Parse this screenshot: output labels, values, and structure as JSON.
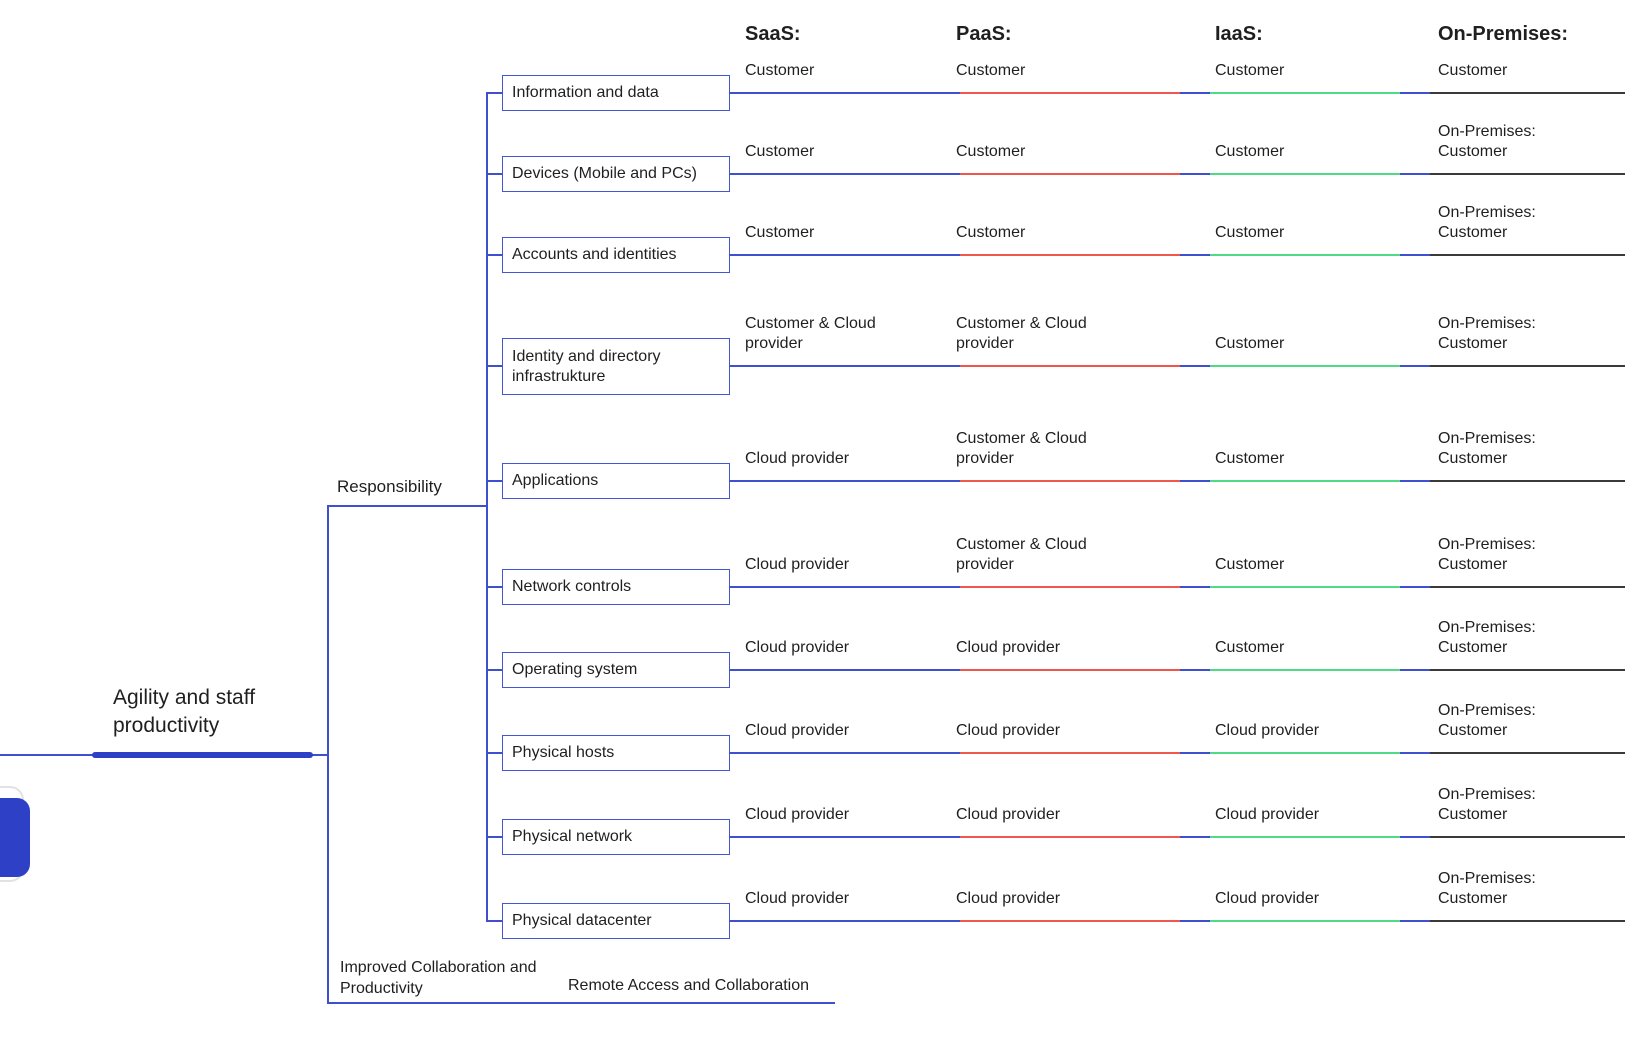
{
  "root": {
    "label": "Agility and staff productivity"
  },
  "branches": {
    "responsibility": {
      "label": "Responsibility"
    },
    "collaboration": {
      "label": "Improved Collaboration and Productivity"
    },
    "remote": {
      "label": "Remote Access and Collaboration"
    }
  },
  "columns": [
    {
      "key": "saas",
      "header": "SaaS:",
      "color": "#3f50cf"
    },
    {
      "key": "paas",
      "header": "PaaS:",
      "color": "#ee564e"
    },
    {
      "key": "iaas",
      "header": "IaaS:",
      "color": "#50da87"
    },
    {
      "key": "onprem",
      "header": "On-Premises:",
      "color": "#3a3a3a"
    }
  ],
  "colors": {
    "link_blue": "#3f50cf",
    "box_border": "#4556d2",
    "root_accent": "#2e41c6",
    "paas_red": "#ee564e",
    "iaas_green": "#50da87",
    "onprem_dark": "#3a3a3a",
    "text": "#1f1f1f"
  },
  "rows": [
    {
      "label": [
        "Information and data"
      ],
      "cells": {
        "saas": [
          "Customer"
        ],
        "paas": [
          "Customer"
        ],
        "iaas": [
          "Customer"
        ],
        "onprem": [
          "Customer"
        ]
      }
    },
    {
      "label": [
        "Devices (Mobile and PCs)"
      ],
      "cells": {
        "saas": [
          "Customer"
        ],
        "paas": [
          "Customer"
        ],
        "iaas": [
          "Customer"
        ],
        "onprem": [
          "On-Premises:",
          "Customer"
        ]
      }
    },
    {
      "label": [
        "Accounts and identities"
      ],
      "cells": {
        "saas": [
          "Customer"
        ],
        "paas": [
          "Customer"
        ],
        "iaas": [
          "Customer"
        ],
        "onprem": [
          "On-Premises:",
          "Customer"
        ]
      }
    },
    {
      "label": [
        "Identity and directory",
        "infrastrukture"
      ],
      "cells": {
        "saas": [
          "Customer & Cloud",
          "provider"
        ],
        "paas": [
          "Customer & Cloud",
          "provider"
        ],
        "iaas": [
          "Customer"
        ],
        "onprem": [
          "On-Premises:",
          "Customer"
        ]
      }
    },
    {
      "label": [
        "Applications"
      ],
      "cells": {
        "saas": [
          "Cloud provider"
        ],
        "paas": [
          "Customer & Cloud",
          "provider"
        ],
        "iaas": [
          "Customer"
        ],
        "onprem": [
          "On-Premises:",
          "Customer"
        ]
      }
    },
    {
      "label": [
        "Network controls"
      ],
      "cells": {
        "saas": [
          "Cloud provider"
        ],
        "paas": [
          "Customer & Cloud",
          "provider"
        ],
        "iaas": [
          "Customer"
        ],
        "onprem": [
          "On-Premises:",
          "Customer"
        ]
      }
    },
    {
      "label": [
        "Operating system"
      ],
      "cells": {
        "saas": [
          "Cloud provider"
        ],
        "paas": [
          "Cloud provider"
        ],
        "iaas": [
          "Customer"
        ],
        "onprem": [
          "On-Premises:",
          "Customer"
        ]
      }
    },
    {
      "label": [
        "Physical hosts"
      ],
      "cells": {
        "saas": [
          "Cloud provider"
        ],
        "paas": [
          "Cloud provider"
        ],
        "iaas": [
          "Cloud provider"
        ],
        "onprem": [
          "On-Premises:",
          "Customer"
        ]
      }
    },
    {
      "label": [
        "Physical network"
      ],
      "cells": {
        "saas": [
          "Cloud provider"
        ],
        "paas": [
          "Cloud provider"
        ],
        "iaas": [
          "Cloud provider"
        ],
        "onprem": [
          "On-Premises:",
          "Customer"
        ]
      }
    },
    {
      "label": [
        "Physical datacenter"
      ],
      "cells": {
        "saas": [
          "Cloud provider"
        ],
        "paas": [
          "Cloud provider"
        ],
        "iaas": [
          "Cloud provider"
        ],
        "onprem": [
          "On-Premises:",
          "Customer"
        ]
      }
    }
  ]
}
